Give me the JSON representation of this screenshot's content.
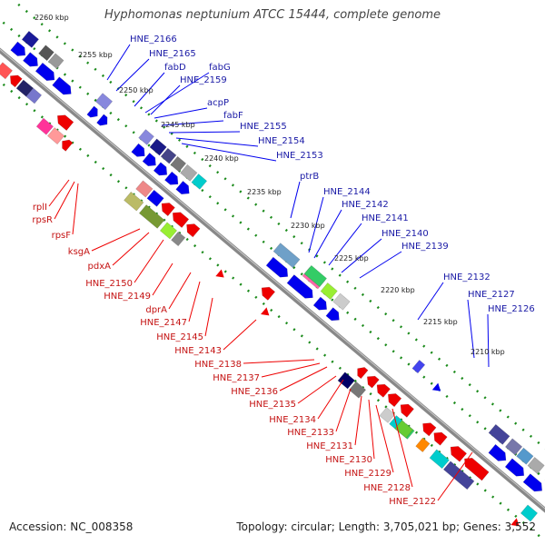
{
  "title": "Hyphomonas neptunium ATCC 15444, complete genome",
  "footer": {
    "accession": "Accession: NC_008358",
    "summary": "Topology: circular; Length: 3,705,021 bp; Genes: 3,552"
  },
  "position_labels": [
    "2260 kbp",
    "2255 kbp",
    "2250 kbp",
    "2245 kbp",
    "2240 kbp",
    "2235 kbp",
    "2230 kbp",
    "2225 kbp",
    "2220 kbp",
    "2215 kbp",
    "2210 kbp"
  ],
  "forward_genes": [
    "HNE_2166",
    "HNE_2165",
    "fabD",
    "fabG",
    "HNE_2159",
    "acpP",
    "fabF",
    "HNE_2155",
    "HNE_2154",
    "HNE_2153",
    "ptrB",
    "HNE_2144",
    "HNE_2142",
    "HNE_2141",
    "HNE_2140",
    "HNE_2139",
    "HNE_2132",
    "HNE_2127",
    "HNE_2126"
  ],
  "reverse_genes": [
    "rplI",
    "rpsR",
    "rpsF",
    "ksgA",
    "pdxA",
    "HNE_2150",
    "HNE_2149",
    "dprA",
    "HNE_2147",
    "HNE_2145",
    "HNE_2143",
    "HNE_2138",
    "HNE_2137",
    "HNE_2136",
    "HNE_2135",
    "HNE_2134",
    "HNE_2133",
    "HNE_2131",
    "HNE_2130",
    "HNE_2129",
    "HNE_2128",
    "HNE_2122"
  ],
  "colors": {
    "forward_gene": "#0000ee",
    "reverse_gene": "#ee0000",
    "backbone": "#888888",
    "dotted_track": "#1a8a1a",
    "blue_label": "#1a1aa6",
    "red_label": "#c41212"
  }
}
